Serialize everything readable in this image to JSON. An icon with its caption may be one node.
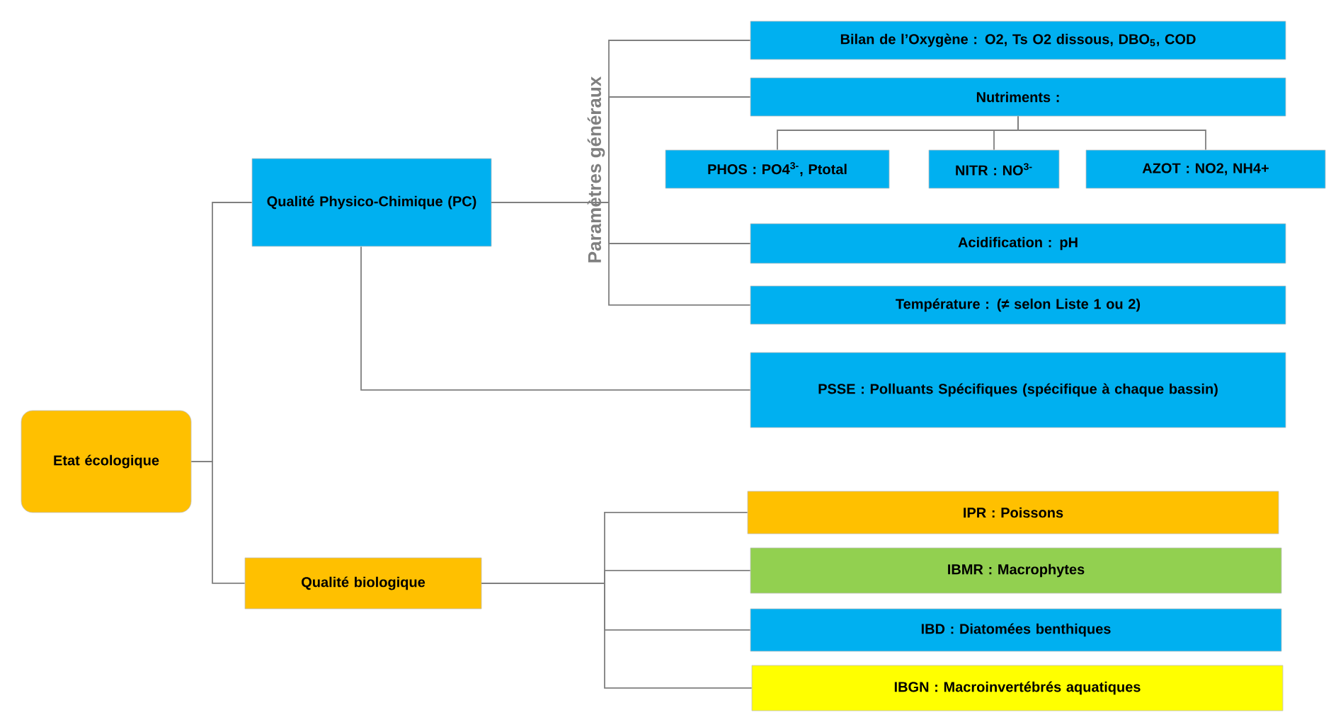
{
  "diagram": {
    "nodes": [
      {
        "text": [
          "Etat écologique"
        ]
      },
      {
        "text": [
          "Qualité Physico-Chimique (PC)"
        ]
      },
      {
        "text": [
          "Qualité biologique"
        ]
      },
      {
        "text": [
          "Bilan de l’Oxygène : O2, Ts O2 dissous, DBO$_{5}$, COD"
        ]
      },
      {
        "text": [
          "Nutriments :"
        ]
      },
      {
        "text": [
          "PHOS : PO4$^{3-}$, Ptotal"
        ]
      },
      {
        "text": [
          "NITR : NO$^{3-}$"
        ]
      },
      {
        "text": [
          "AZOT : NO2, NH4+"
        ]
      },
      {
        "text": [
          "Acidification :  pH"
        ]
      },
      {
        "text": [
          "Température : (≠ selon Liste 1 ou 2)"
        ]
      },
      {
        "text": [
          "PSSE : Polluants Spécifiques (spécifique à chaque bassin)"
        ]
      },
      {
        "text": [
          "IPR : Poissons"
        ]
      },
      {
        "text": [
          "IBMR : Macrophytes"
        ]
      },
      {
        "text": [
          "IBD : Diatomées benthiques"
        ]
      },
      {
        "text": [
          "IBGN : Macroinvertébrés aquatiques"
        ]
      }
    ],
    "edges": [
      {
        "from": 0,
        "to": 1,
        "arrow": "none"
      },
      {
        "from": 0,
        "to": 2,
        "arrow": "none"
      },
      {
        "from": 1,
        "to": 3,
        "arrow": "none"
      },
      {
        "from": 1,
        "to": 4,
        "arrow": "none"
      },
      {
        "from": 1,
        "to": 8,
        "arrow": "none"
      },
      {
        "from": 1,
        "to": 9,
        "arrow": "none"
      },
      {
        "from": 1,
        "to": 10,
        "arrow": "none"
      },
      {
        "from": 4,
        "to": 5,
        "arrow": "none"
      },
      {
        "from": 4,
        "to": 6,
        "arrow": "none"
      },
      {
        "from": 4,
        "to": 7,
        "arrow": "none"
      },
      {
        "from": 2,
        "to": 11,
        "arrow": "none"
      },
      {
        "from": 2,
        "to": 12,
        "arrow": "none"
      },
      {
        "from": 2,
        "to": 13,
        "arrow": "none"
      },
      {
        "from": 2,
        "to": 14,
        "arrow": "none"
      }
    ],
    "labels": [
      "Paramètres généraux"
    ]
  }
}
